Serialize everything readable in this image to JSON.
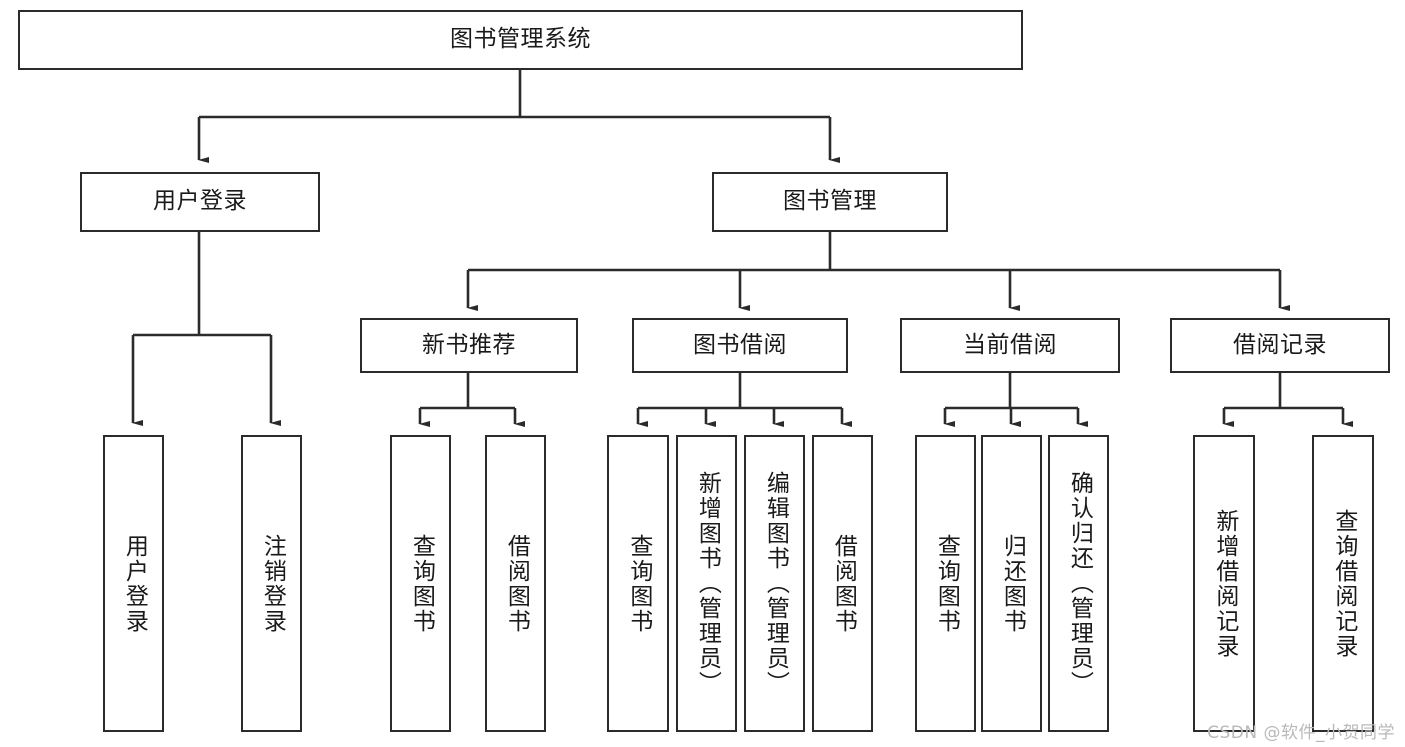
{
  "diagram": {
    "title": "图书管理系统",
    "type": "tree-hierarchy-diagram",
    "orientation": "top-down",
    "style": {
      "box_border_color": "#2b2b2b",
      "box_fill_color": "#ffffff",
      "line_color": "#2b2b2b",
      "text_color": "#1a1a1a",
      "background_color": "#ffffff"
    }
  },
  "root": {
    "label": "图书管理系统"
  },
  "level2": [
    {
      "label": "用户登录"
    },
    {
      "label": "图书管理"
    }
  ],
  "level3": [
    {
      "label": "新书推荐"
    },
    {
      "label": "图书借阅"
    },
    {
      "label": "当前借阅"
    },
    {
      "label": "借阅记录"
    }
  ],
  "leaves": {
    "user_login": [
      {
        "label": "用户登录"
      },
      {
        "label": "注销登录"
      }
    ],
    "new_book_recommend": [
      {
        "label": "查询图书"
      },
      {
        "label": "借阅图书"
      }
    ],
    "book_borrow": [
      {
        "label": "查询图书"
      },
      {
        "label": "新增图书（管理员）"
      },
      {
        "label": "编辑图书（管理员）"
      },
      {
        "label": "借阅图书"
      }
    ],
    "current_borrow": [
      {
        "label": "查询图书"
      },
      {
        "label": "归还图书"
      },
      {
        "label": "确认归还（管理员）"
      }
    ],
    "borrow_records": [
      {
        "label": "新增借阅记录"
      },
      {
        "label": "查询借阅记录"
      }
    ]
  },
  "watermark": {
    "text": "CSDN @软件_小贺同学"
  }
}
